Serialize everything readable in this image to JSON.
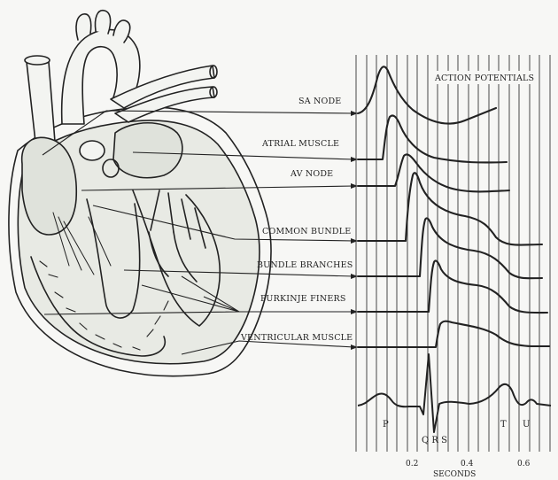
{
  "labels": {
    "sa_node": "SA NODE",
    "atrial_muscle": "ATRIAL MUSCLE",
    "av_node": "AV NODE",
    "common_bundle": "COMMON BUNDLE",
    "bundle_branches": "BUNDLE BRANCHES",
    "purkinje_fibers": "PURKINJE FINERS",
    "ventricular_muscle": "VENTRICULAR MUSCLE"
  },
  "panel_title": "ACTION POTENTIALS",
  "ecg_waves": {
    "p": "P",
    "qrs": "Q R S",
    "t": "T",
    "u": "U"
  },
  "x_axis": {
    "ticks": [
      "0.2",
      "0.4",
      "0.6"
    ],
    "label": "SECONDS"
  },
  "colors": {
    "line": "#222222",
    "background": "#f7f7f5",
    "heart_fill": "#e8eae4"
  }
}
